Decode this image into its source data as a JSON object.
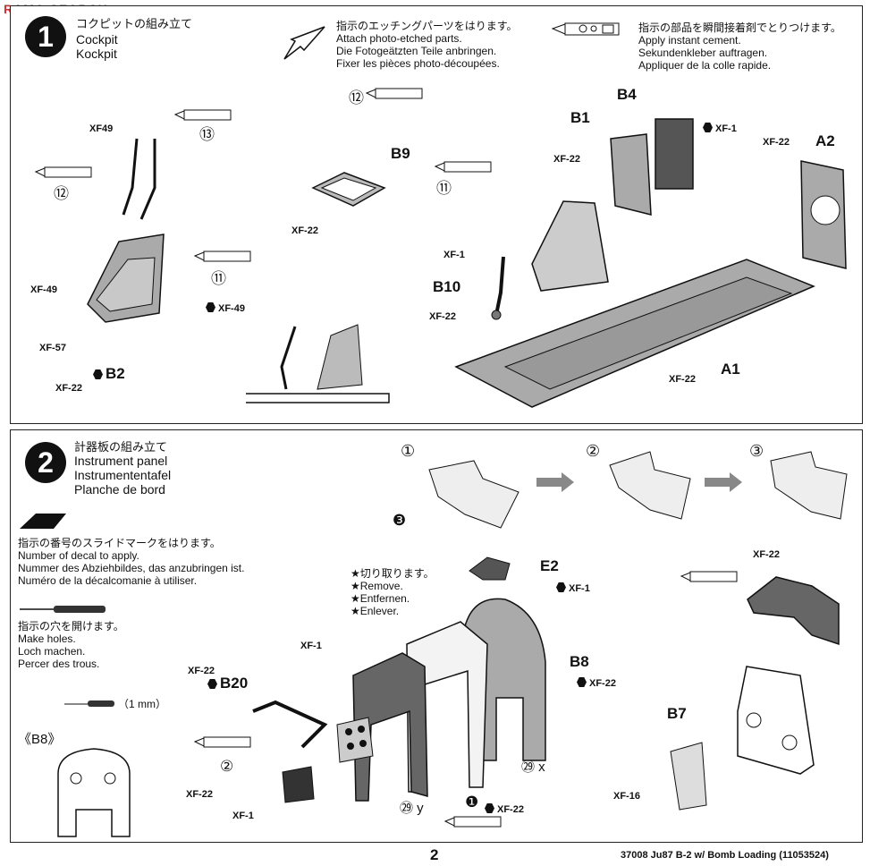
{
  "watermark": "RAMO SEARCH",
  "page_number": "2",
  "footer": "37008  Ju87 B-2 w/ Bomb Loading (11053524)",
  "step1": {
    "number": "1",
    "title_ja": "コクピットの組み立て",
    "title_en": "Cockpit",
    "title_de": "Kockpit",
    "etch": {
      "ja": "指示のエッチングパーツをはります。",
      "en": "Attach photo-etched parts.",
      "de": "Die Fotogeätzten Teile anbringen.",
      "fr": "Fixer les pièces photo-découpées."
    },
    "cement": {
      "ja": "指示の部品を瞬間接着剤でとりつけます。",
      "en": "Apply instant cement.",
      "de": "Sekundenkleber auftragen.",
      "fr": "Appliquer de la colle rapide."
    },
    "parts": [
      "B1",
      "B4",
      "A2",
      "B9",
      "B10",
      "A1",
      "B2"
    ],
    "paints": {
      "xf49_top": "XF49",
      "xf49_mid": "XF-49",
      "xf49_right": "XF-49",
      "xf57": "XF-57",
      "xf22_b2": "XF-22",
      "xf22_b9": "XF-22",
      "xf22_b1": "XF-22",
      "xf1_b4": "XF-1",
      "xf22_a2": "XF-22",
      "xf1_b10": "XF-1",
      "xf22_b10": "XF-22",
      "xf22_a1": "XF-22"
    },
    "etch_numbers": [
      "⑬",
      "⑫",
      "⑪",
      "⑫",
      "⑪"
    ]
  },
  "step2": {
    "number": "2",
    "title_ja": "計器板の組み立て",
    "title_en": "Instrument panel",
    "title_de": "Instrumententafel",
    "title_fr": "Planche de bord",
    "decal": {
      "ja": "指示の番号のスライドマークをはります。",
      "en": "Number of decal to apply.",
      "de": "Nummer des Abziehbildes, das anzubringen ist.",
      "fr": "Numéro de la décalcomanie à utiliser."
    },
    "holes": {
      "ja": "指示の穴を開けます。",
      "en": "Make holes.",
      "de": "Loch machen.",
      "fr": "Percer des trous."
    },
    "drill_size": "（1 mm）",
    "b8_ref": "《B8》",
    "remove": {
      "ja": "★切り取ります。",
      "en": "★Remove.",
      "de": "★Entfernen.",
      "fr": "★Enlever."
    },
    "seq": [
      "①",
      "②",
      "③"
    ],
    "parts": [
      "E2",
      "B8",
      "B20",
      "B7"
    ],
    "paints": {
      "xf1_e2": "XF-1",
      "xf22_b8": "XF-22",
      "xf1_panel": "XF-1",
      "xf22_b20": "XF-22",
      "xf22_decal": "XF-22",
      "xf1_small": "XF-1",
      "xf22_b1bot": "XF-22",
      "xf22_top_right": "XF-22",
      "xf16": "XF-16"
    },
    "decal_marks": [
      "❸",
      "②",
      "❶"
    ],
    "decal_labels": {
      "x": "㉙ x",
      "y": "㉙ y"
    }
  }
}
